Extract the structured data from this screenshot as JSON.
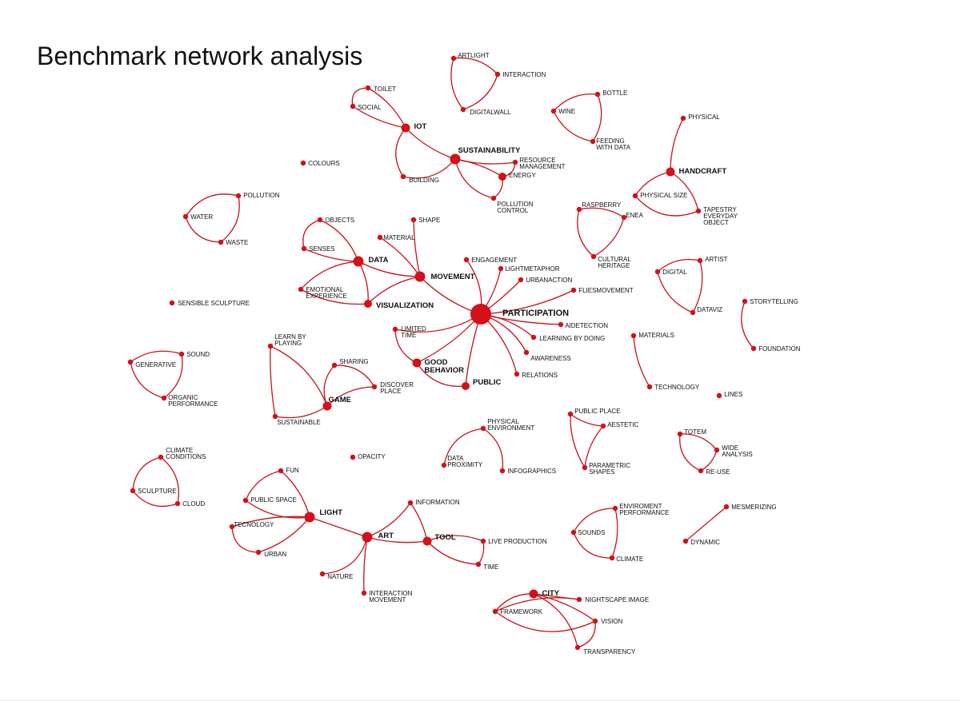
{
  "title": "Benchmark network analysis",
  "colors": {
    "node": "#d41019",
    "edge": "#c4121a",
    "text": "#111111"
  },
  "nodes": [
    {
      "id": "artlight",
      "label": "ARTLIGHT"
    },
    {
      "id": "interaction",
      "label": "INTERACTION"
    },
    {
      "id": "digitalwall",
      "label": "DIGITALWALL"
    },
    {
      "id": "toilet",
      "label": "TOILET"
    },
    {
      "id": "social",
      "label": "SOCIAL"
    },
    {
      "id": "iot",
      "label": "IOT",
      "weight": "hub"
    },
    {
      "id": "building",
      "label": "BUILDING"
    },
    {
      "id": "sustainability",
      "label": "SUSTAINABILITY",
      "weight": "hub"
    },
    {
      "id": "resource",
      "label": [
        "RESOURCE",
        "MANAGEMENT"
      ]
    },
    {
      "id": "energy",
      "label": "ENERGY"
    },
    {
      "id": "pollution_control",
      "label": [
        "POLLUTION",
        "CONTROL"
      ]
    },
    {
      "id": "bottle",
      "label": "BOTTLE"
    },
    {
      "id": "wine",
      "label": "WINE"
    },
    {
      "id": "feeding",
      "label": [
        "FEEDING",
        "WITH DATA"
      ]
    },
    {
      "id": "physical",
      "label": "PHYSICAL"
    },
    {
      "id": "handcraft",
      "label": "HANDCRAFT",
      "weight": "hub"
    },
    {
      "id": "physical_size",
      "label": "PHYSICAL SIZE"
    },
    {
      "id": "tapestry",
      "label": [
        "TAPESTRY",
        "EVERYDAY",
        "OBJECT"
      ]
    },
    {
      "id": "colours",
      "label": "COLOURS"
    },
    {
      "id": "pollution",
      "label": "POLLUTION"
    },
    {
      "id": "water",
      "label": "WATER"
    },
    {
      "id": "waste",
      "label": "WASTE"
    },
    {
      "id": "objects",
      "label": "OBJECTS"
    },
    {
      "id": "shape",
      "label": "SHAPE"
    },
    {
      "id": "material",
      "label": "MATERIAL"
    },
    {
      "id": "senses",
      "label": "SENSES"
    },
    {
      "id": "data",
      "label": "DATA",
      "weight": "hub"
    },
    {
      "id": "movement",
      "label": "MOVEMENT",
      "weight": "hub"
    },
    {
      "id": "emotional",
      "label": [
        "EMOTIONAL",
        "EXPERIENCE"
      ]
    },
    {
      "id": "visualization",
      "label": "VISUALIZATION",
      "weight": "hub"
    },
    {
      "id": "engagement",
      "label": "ENGAGEMENT"
    },
    {
      "id": "lightmetaphor",
      "label": "LIGHTMETAPHOR"
    },
    {
      "id": "urbanaction",
      "label": "URBANACTION"
    },
    {
      "id": "fliesmovement",
      "label": "FLIESMOVEMENT"
    },
    {
      "id": "participation",
      "label": "PARTICIPATION",
      "weight": "mega"
    },
    {
      "id": "aidetection",
      "label": "AIDETECTION"
    },
    {
      "id": "learning_doing",
      "label": "LEARNING BY DOING"
    },
    {
      "id": "awareness",
      "label": "AWARENESS"
    },
    {
      "id": "relations",
      "label": "RELATIONS"
    },
    {
      "id": "limited_time",
      "label": [
        "LIMITED",
        "TIME"
      ]
    },
    {
      "id": "good_behavior",
      "label": [
        "GOOD",
        "BEHAVIOR"
      ],
      "weight": "hub"
    },
    {
      "id": "public",
      "label": "PUBLIC",
      "weight": "hub"
    },
    {
      "id": "raspberry",
      "label": "RASPBERRY"
    },
    {
      "id": "enea",
      "label": "ENEA"
    },
    {
      "id": "cultural",
      "label": [
        "CULTURAL",
        "HERITAGE"
      ]
    },
    {
      "id": "artist",
      "label": "ARTIST"
    },
    {
      "id": "digital",
      "label": "DIGITAL"
    },
    {
      "id": "dataviz",
      "label": "DATAVIZ"
    },
    {
      "id": "storytelling",
      "label": "STORYTELLING"
    },
    {
      "id": "foundation",
      "label": "FOUNDATION"
    },
    {
      "id": "sensible_sculpture",
      "label": "SENSIBLE SCULPTURE"
    },
    {
      "id": "learn_playing",
      "label": [
        "LEARN BY",
        "PLAYING"
      ]
    },
    {
      "id": "sharing",
      "label": "SHARING"
    },
    {
      "id": "discover_place",
      "label": [
        "DISCOVER",
        "PLACE"
      ]
    },
    {
      "id": "game",
      "label": "GAME",
      "weight": "hub"
    },
    {
      "id": "sustainable",
      "label": "SUSTAINABLE"
    },
    {
      "id": "sound",
      "label": "SOUND"
    },
    {
      "id": "generative",
      "label": "GENERATIVE"
    },
    {
      "id": "organic",
      "label": [
        "ORGANIC",
        "PERFORMANCE"
      ]
    },
    {
      "id": "materials",
      "label": "MATERIALS"
    },
    {
      "id": "technology",
      "label": "TECHNOLOGY"
    },
    {
      "id": "lines",
      "label": "LINES"
    },
    {
      "id": "public_place",
      "label": "PUBLIC PLACE"
    },
    {
      "id": "aestetic",
      "label": "AESTETIC"
    },
    {
      "id": "parametric",
      "label": [
        "PARAMETRIC",
        "SHAPES"
      ]
    },
    {
      "id": "physical_env",
      "label": [
        "PHYSICAL",
        "ENVIRONMENT"
      ]
    },
    {
      "id": "data_proximity",
      "label": [
        "DATA",
        "PROXIMITY"
      ]
    },
    {
      "id": "infographics",
      "label": "INFOGRAPHICS"
    },
    {
      "id": "totem",
      "label": "TOTEM"
    },
    {
      "id": "wide_analysis",
      "label": [
        "WIDE",
        "ANALYSIS"
      ]
    },
    {
      "id": "reuse",
      "label": "RE-USE"
    },
    {
      "id": "climate_conditions",
      "label": [
        "CLIMATE",
        "CONDITIONS"
      ]
    },
    {
      "id": "sculpture",
      "label": "SCULPTURE"
    },
    {
      "id": "cloud",
      "label": "CLOUD"
    },
    {
      "id": "opacity",
      "label": "OPACITY"
    },
    {
      "id": "fun",
      "label": "FUN"
    },
    {
      "id": "public_space",
      "label": "PUBLIC SPACE"
    },
    {
      "id": "light",
      "label": "LIGHT",
      "weight": "hub"
    },
    {
      "id": "tecnology",
      "label": "TECNOLOGY"
    },
    {
      "id": "urban",
      "label": "URBAN"
    },
    {
      "id": "information",
      "label": "INFORMATION"
    },
    {
      "id": "art",
      "label": "ART",
      "weight": "hub"
    },
    {
      "id": "tool",
      "label": "TOOL",
      "weight": "hub"
    },
    {
      "id": "live_production",
      "label": "LIVE PRODUCTION"
    },
    {
      "id": "time",
      "label": "TIME"
    },
    {
      "id": "nature",
      "label": "NATURE"
    },
    {
      "id": "interaction_movement",
      "label": [
        "INTERACTION",
        "MOVEMENT"
      ]
    },
    {
      "id": "enviroment_performance",
      "label": [
        "ENVIROMENT",
        "PERFORMANCE"
      ]
    },
    {
      "id": "sounds",
      "label": "SOUNDS"
    },
    {
      "id": "climate",
      "label": "CLIMATE"
    },
    {
      "id": "mesmerizing",
      "label": "MESMERIZING"
    },
    {
      "id": "dynamic",
      "label": "DYNAMIC"
    },
    {
      "id": "city",
      "label": "CITY",
      "weight": "hub"
    },
    {
      "id": "nightscape",
      "label": "NIGHTSCAPE IMAGE"
    },
    {
      "id": "framework",
      "label": "FRAMEWORK"
    },
    {
      "id": "vision",
      "label": "VISION"
    },
    {
      "id": "transparency",
      "label": "TRANSPARENCY"
    }
  ],
  "edges": [
    [
      "artlight",
      "interaction"
    ],
    [
      "interaction",
      "digitalwall"
    ],
    [
      "artlight",
      "digitalwall"
    ],
    [
      "toilet",
      "social"
    ],
    [
      "toilet",
      "iot"
    ],
    [
      "social",
      "iot"
    ],
    [
      "iot",
      "building"
    ],
    [
      "iot",
      "sustainability"
    ],
    [
      "building",
      "sustainability"
    ],
    [
      "sustainability",
      "resource"
    ],
    [
      "sustainability",
      "energy"
    ],
    [
      "sustainability",
      "pollution_control"
    ],
    [
      "resource",
      "energy"
    ],
    [
      "energy",
      "pollution_control"
    ],
    [
      "bottle",
      "wine"
    ],
    [
      "wine",
      "feeding"
    ],
    [
      "bottle",
      "feeding"
    ],
    [
      "physical",
      "handcraft"
    ],
    [
      "handcraft",
      "physical_size"
    ],
    [
      "handcraft",
      "tapestry"
    ],
    [
      "physical_size",
      "tapestry"
    ],
    [
      "pollution",
      "water"
    ],
    [
      "water",
      "waste"
    ],
    [
      "pollution",
      "waste"
    ],
    [
      "objects",
      "senses"
    ],
    [
      "objects",
      "data"
    ],
    [
      "senses",
      "data"
    ],
    [
      "data",
      "emotional"
    ],
    [
      "data",
      "visualization"
    ],
    [
      "data",
      "movement"
    ],
    [
      "emotional",
      "visualization"
    ],
    [
      "shape",
      "movement"
    ],
    [
      "material",
      "movement"
    ],
    [
      "movement",
      "visualization"
    ],
    [
      "movement",
      "participation"
    ],
    [
      "participation",
      "engagement"
    ],
    [
      "participation",
      "lightmetaphor"
    ],
    [
      "participation",
      "urbanaction"
    ],
    [
      "participation",
      "fliesmovement"
    ],
    [
      "participation",
      "aidetection"
    ],
    [
      "participation",
      "learning_doing"
    ],
    [
      "participation",
      "awareness"
    ],
    [
      "participation",
      "relations"
    ],
    [
      "participation",
      "limited_time"
    ],
    [
      "participation",
      "good_behavior"
    ],
    [
      "participation",
      "public"
    ],
    [
      "good_behavior",
      "public"
    ],
    [
      "limited_time",
      "good_behavior"
    ],
    [
      "raspberry",
      "enea"
    ],
    [
      "raspberry",
      "cultural"
    ],
    [
      "enea",
      "cultural"
    ],
    [
      "artist",
      "digital"
    ],
    [
      "digital",
      "dataviz"
    ],
    [
      "artist",
      "dataviz"
    ],
    [
      "storytelling",
      "foundation"
    ],
    [
      "learn_playing",
      "game"
    ],
    [
      "learn_playing",
      "sustainable"
    ],
    [
      "sharing",
      "game"
    ],
    [
      "sharing",
      "discover_place"
    ],
    [
      "game",
      "discover_place"
    ],
    [
      "game",
      "sustainable"
    ],
    [
      "sound",
      "generative"
    ],
    [
      "generative",
      "organic"
    ],
    [
      "sound",
      "organic"
    ],
    [
      "materials",
      "technology"
    ],
    [
      "public_place",
      "aestetic"
    ],
    [
      "public_place",
      "parametric"
    ],
    [
      "aestetic",
      "parametric"
    ],
    [
      "physical_env",
      "data_proximity"
    ],
    [
      "physical_env",
      "infographics"
    ],
    [
      "totem",
      "wide_analysis"
    ],
    [
      "totem",
      "reuse"
    ],
    [
      "wide_analysis",
      "reuse"
    ],
    [
      "climate_conditions",
      "sculpture"
    ],
    [
      "climate_conditions",
      "cloud"
    ],
    [
      "sculpture",
      "cloud"
    ],
    [
      "fun",
      "light"
    ],
    [
      "fun",
      "public_space"
    ],
    [
      "public_space",
      "light"
    ],
    [
      "tecnology",
      "light"
    ],
    [
      "tecnology",
      "urban"
    ],
    [
      "urban",
      "light"
    ],
    [
      "light",
      "art"
    ],
    [
      "art",
      "information"
    ],
    [
      "art",
      "tool"
    ],
    [
      "information",
      "tool"
    ],
    [
      "art",
      "nature"
    ],
    [
      "art",
      "interaction_movement"
    ],
    [
      "tool",
      "live_production"
    ],
    [
      "tool",
      "time"
    ],
    [
      "live_production",
      "time"
    ],
    [
      "enviroment_performance",
      "sounds"
    ],
    [
      "sounds",
      "climate"
    ],
    [
      "enviroment_performance",
      "climate"
    ],
    [
      "mesmerizing",
      "dynamic"
    ],
    [
      "city",
      "nightscape"
    ],
    [
      "city",
      "framework"
    ],
    [
      "city",
      "vision"
    ],
    [
      "city",
      "transparency"
    ],
    [
      "framework",
      "nightscape"
    ],
    [
      "framework",
      "vision"
    ],
    [
      "vision",
      "transparency"
    ]
  ]
}
